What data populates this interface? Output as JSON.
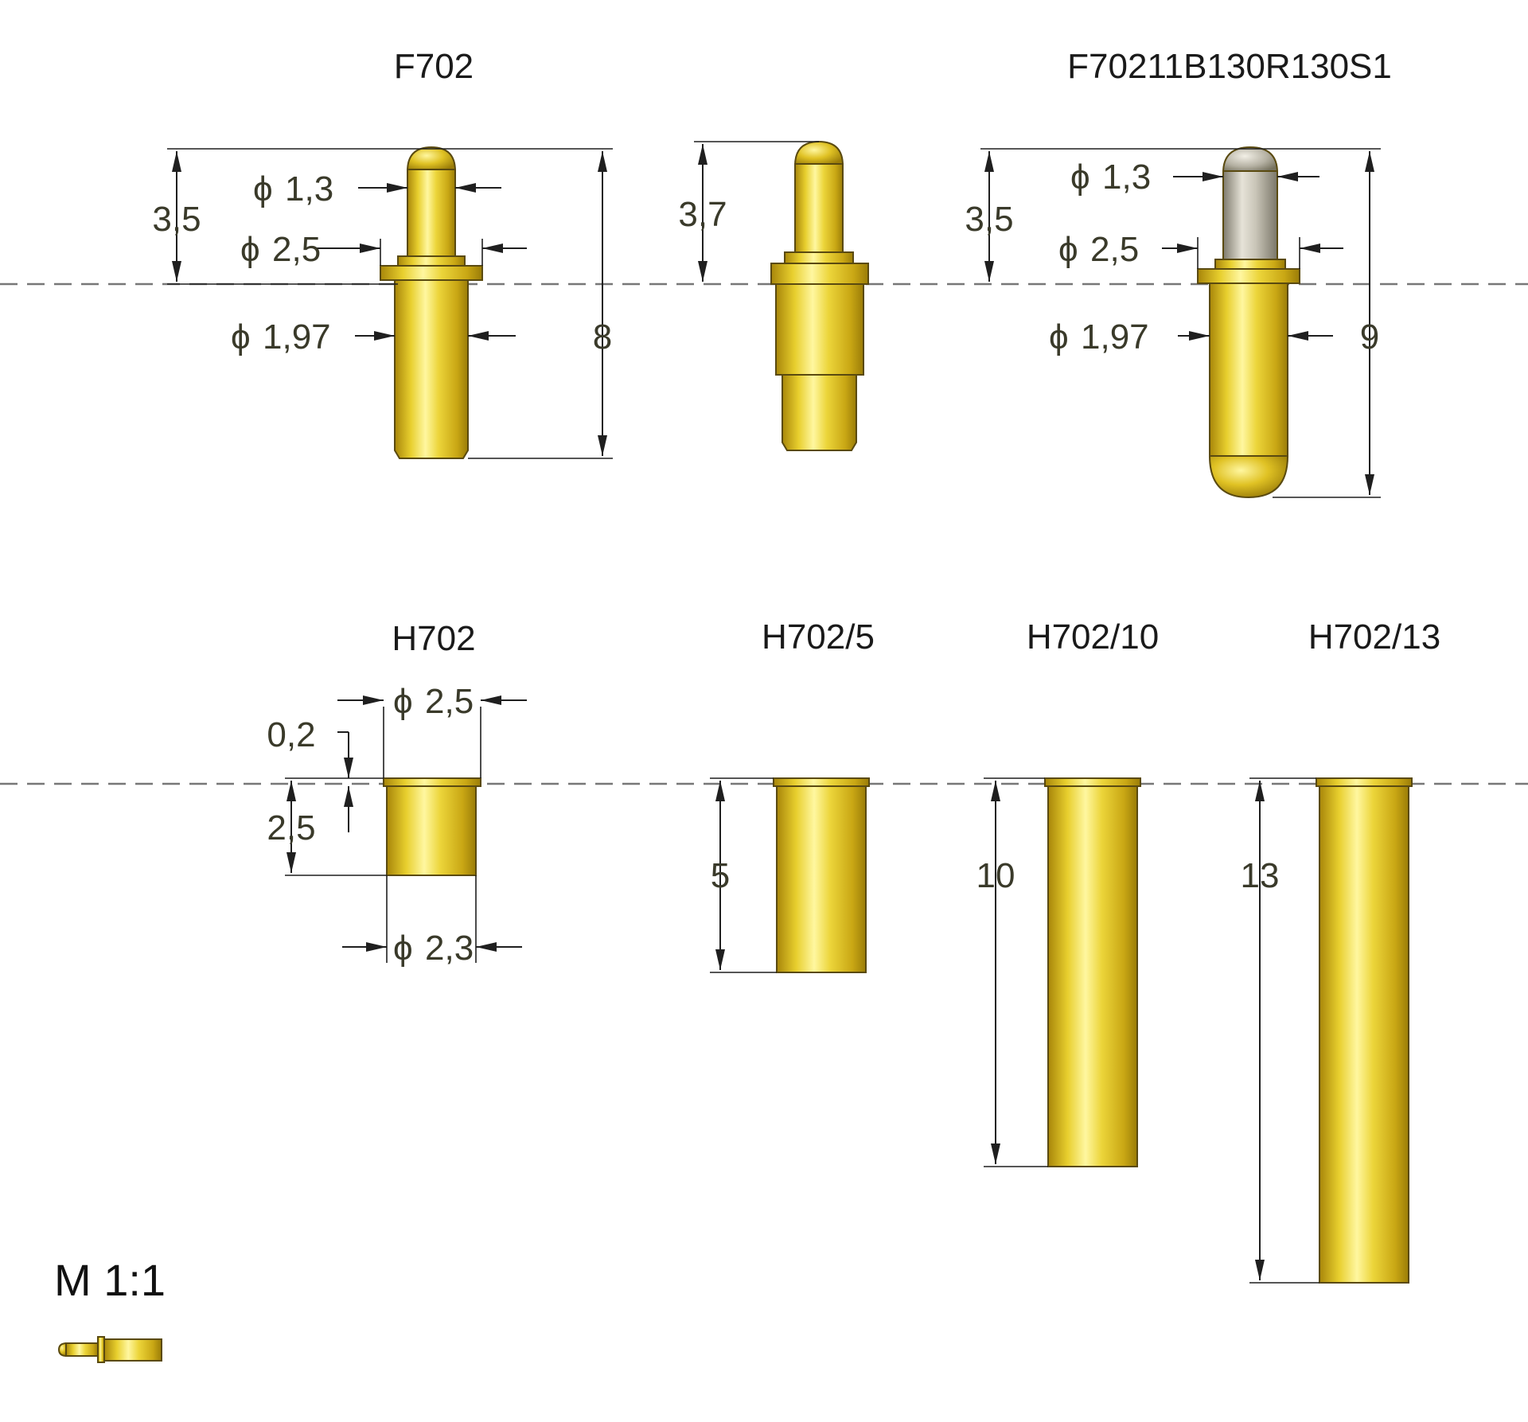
{
  "titles": {
    "f702": "F702",
    "f70211": "F70211B130R130S1",
    "h702": "H702",
    "h702_5": "H702/5",
    "h702_10": "H702/10",
    "h702_13": "H702/13"
  },
  "dims": {
    "f702_plunger_len": "3,5",
    "f702_dia_tip": "1,3",
    "f702_dia_collar": "2,5",
    "f702_dia_body": "1,97",
    "f702_total_len": "8",
    "mid_plunger_len": "3,7",
    "f70211_plunger_len": "3,5",
    "f70211_dia_tip": "1,3",
    "f70211_dia_collar": "2,5",
    "f70211_dia_body": "1,97",
    "f70211_total_len": "9",
    "h702_dia_top": "2,5",
    "h702_collar": "0,2",
    "h702_len": "2,5",
    "h702_dia_bottom": "2,3",
    "h702_5_len": "5",
    "h702_10_len": "10",
    "h702_13_len": "13"
  },
  "diameter_symbol": "ϕ",
  "scale_label": "M 1:1",
  "colors": {
    "gold_dark": "#b89a10",
    "gold_light": "#fff58a",
    "silver_dark": "#8a8678",
    "silver_light": "#ece9e0",
    "line": "#1f1f1f",
    "centerline": "#777777"
  }
}
